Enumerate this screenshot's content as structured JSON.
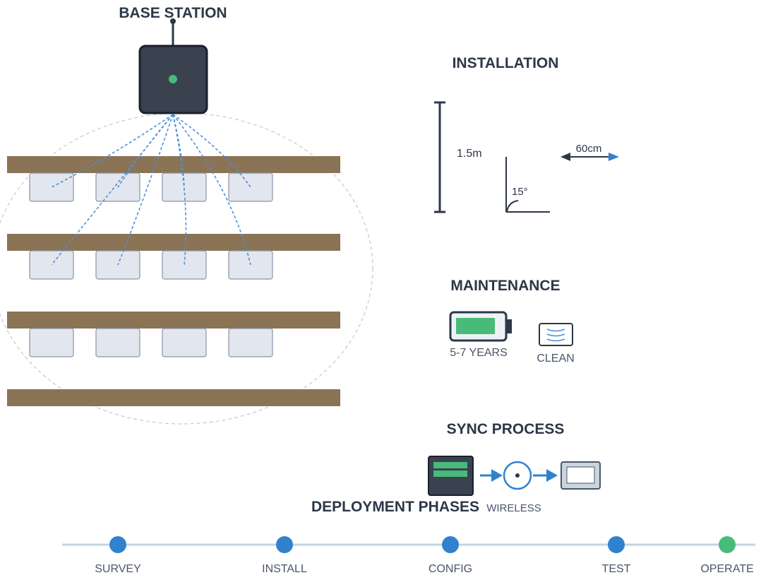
{
  "base_station": {
    "title": "BASE STATION",
    "led_color": "#48bb78"
  },
  "installation": {
    "title": "INSTALLATION",
    "height_label": "1.5m",
    "angle_label": "15°",
    "spacing_label": "60cm"
  },
  "maintenance": {
    "title": "MAINTENANCE",
    "battery_label": "5-7 YEARS",
    "clean_label": "CLEAN"
  },
  "sync": {
    "title": "SYNC PROCESS",
    "wireless_label": "WIRELESS"
  },
  "deployment": {
    "title": "DEPLOYMENT PHASES",
    "phases": [
      {
        "label": "SURVEY",
        "color": "#3182ce"
      },
      {
        "label": "INSTALL",
        "color": "#3182ce"
      },
      {
        "label": "CONFIG",
        "color": "#3182ce"
      },
      {
        "label": "TEST",
        "color": "#3182ce"
      },
      {
        "label": "OPERATE",
        "color": "#48bb78"
      }
    ]
  },
  "colors": {
    "shelf": "#8b7355",
    "accent_blue": "#3182ce",
    "accent_green": "#48bb78",
    "dark": "#2d3748"
  }
}
